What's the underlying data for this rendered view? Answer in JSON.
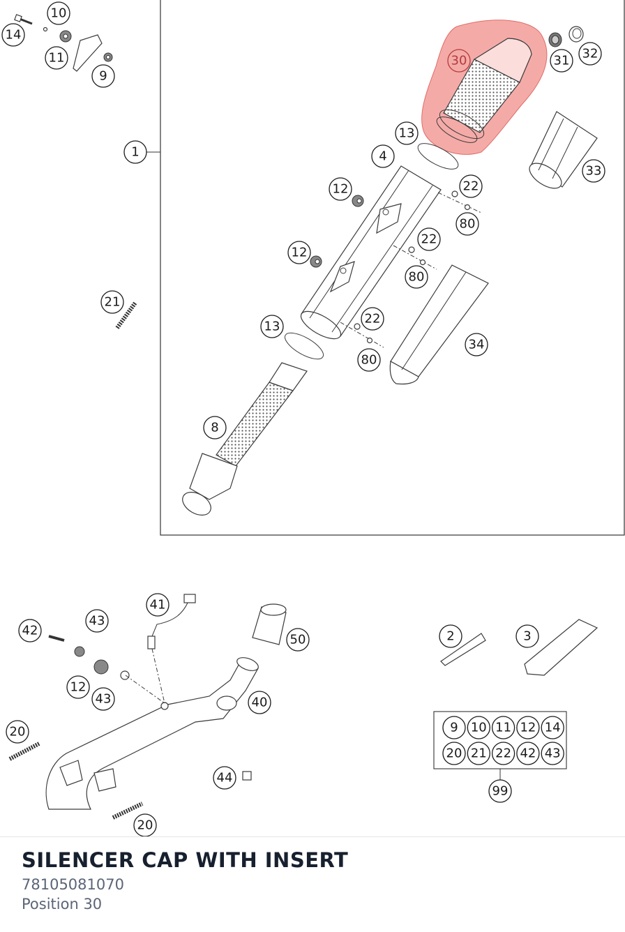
{
  "part": {
    "title": "SILENCER CAP WITH INSERT",
    "number": "78105081070",
    "position": "Position 30"
  },
  "highlight_color": "#f08a86",
  "callouts": {
    "c30": "30",
    "c31": "31",
    "c32": "32",
    "c33": "33",
    "c34": "34",
    "c13a": "13",
    "c13b": "13",
    "c4": "4",
    "c1": "1",
    "c21": "21",
    "c12a": "12",
    "c12b": "12",
    "c12c": "12",
    "c22a": "22",
    "c22b": "22",
    "c22c": "22",
    "c80a": "80",
    "c80b": "80",
    "c80c": "80",
    "c8": "8",
    "c10": "10",
    "c14": "14",
    "c11": "11",
    "c9": "9",
    "c41": "41",
    "c42": "42",
    "c43a": "43",
    "c43b": "43",
    "c50": "50",
    "c40": "40",
    "c20a": "20",
    "c20b": "20",
    "c44": "44",
    "c2": "2",
    "c3": "3",
    "c99": "99"
  },
  "kit_grid": [
    [
      "9",
      "10",
      "11",
      "12",
      "14"
    ],
    [
      "20",
      "21",
      "22",
      "42",
      "43"
    ]
  ]
}
